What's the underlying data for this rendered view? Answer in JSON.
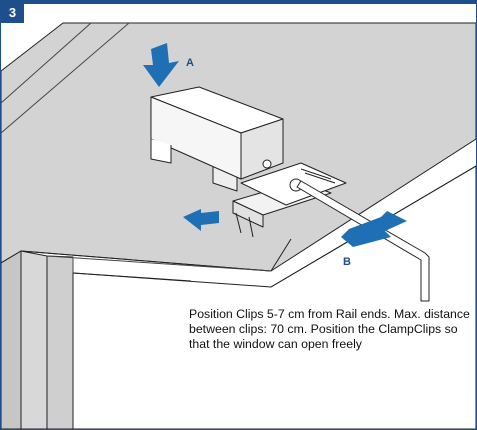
{
  "step": {
    "number": "3"
  },
  "labels": {
    "a": "A",
    "b": "B"
  },
  "caption": {
    "text": "Position Clips 5-7 cm from Rail ends. Max. distance between clips: 70 cm. Position the ClampClips so that the window can open freely"
  },
  "colors": {
    "frame_fill": "#d3d3d3",
    "accent_blue": "#1f6fb5",
    "dark_blue": "#1f4e8c",
    "outline": "#222222"
  }
}
